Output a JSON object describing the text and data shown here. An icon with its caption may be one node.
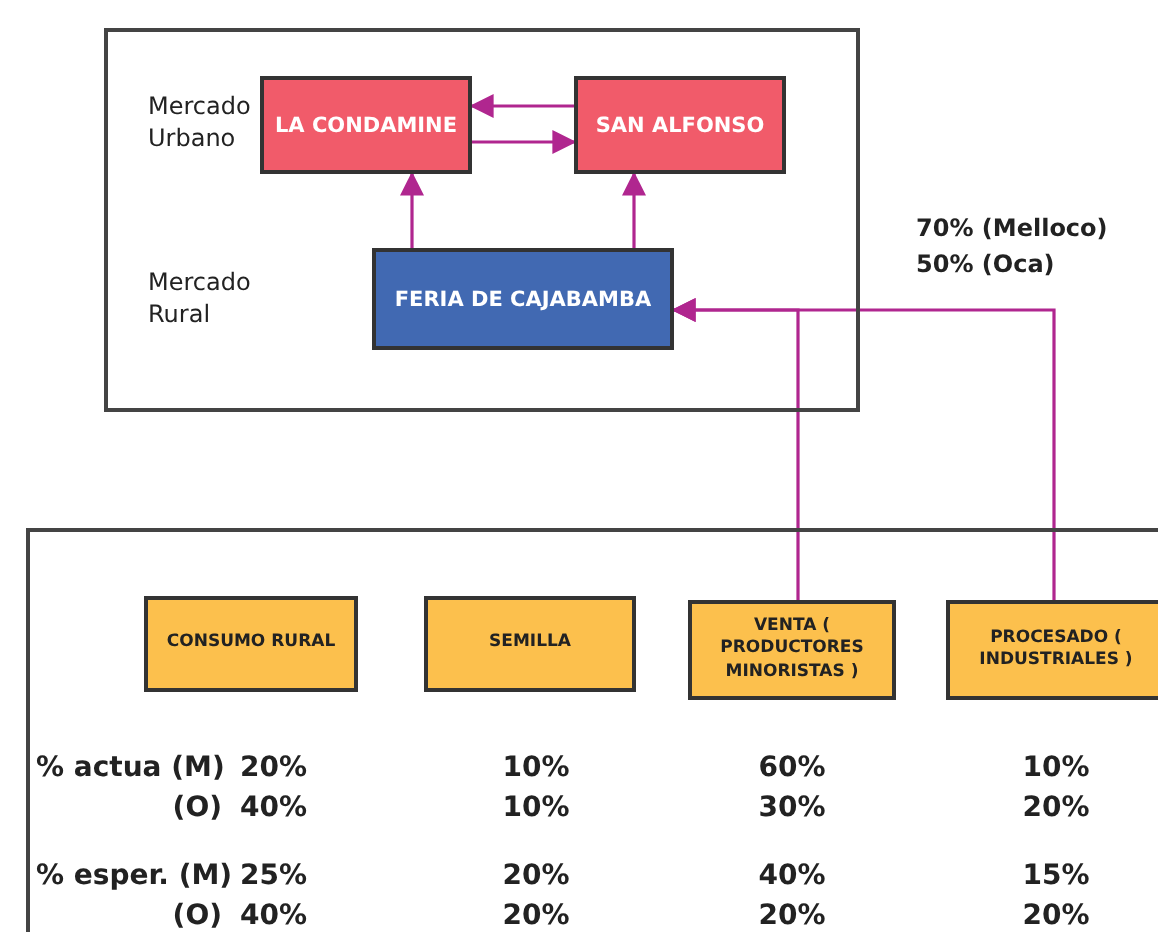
{
  "diagram": {
    "nodes": [
      {
        "text": [
          "Mercado Urbano",
          "Mercado Rural"
        ]
      },
      {
        "text": [
          "LA CONDAMINE"
        ],
        "in": 0
      },
      {
        "text": [
          "SAN ALFONSO"
        ],
        "in": 0
      },
      {
        "text": [
          "FERIA DE CAJABAMBA"
        ],
        "in": 0
      },
      {
        "text": [],
        "shape": "box"
      },
      {
        "text": [
          "CONSUMO RURAL"
        ],
        "in": 4
      },
      {
        "text": [
          "SEMILLA"
        ],
        "in": 4
      },
      {
        "text": [
          "VENTA ( PRODUCTORES MINORISTAS )"
        ],
        "in": 4
      },
      {
        "text": [
          "PROCESADO ( INDUSTRIALES )"
        ],
        "in": 4
      }
    ],
    "edges": [
      {
        "from": 2,
        "to": 1,
        "arrow": "to"
      },
      {
        "from": 1,
        "to": 2,
        "arrow": "to"
      },
      {
        "from": 3,
        "to": 1,
        "arrow": "to"
      },
      {
        "from": 3,
        "to": 2,
        "arrow": "to"
      },
      {
        "from": 7,
        "to": 3,
        "arrow": "to"
      },
      {
        "from": 8,
        "to": 3,
        "arrow": "to"
      }
    ],
    "labels": [
      "70% (Melloco)",
      "50% (Oca)",
      "% actua (M)",
      "20%",
      "10%",
      "60%",
      "10%",
      "(O)",
      "40%",
      "10%",
      "30%",
      "20%",
      "% esper. (M)",
      "25%",
      "20%",
      "40%",
      "15%",
      "(O)",
      "40%",
      "20%",
      "20%",
      "20%"
    ]
  }
}
